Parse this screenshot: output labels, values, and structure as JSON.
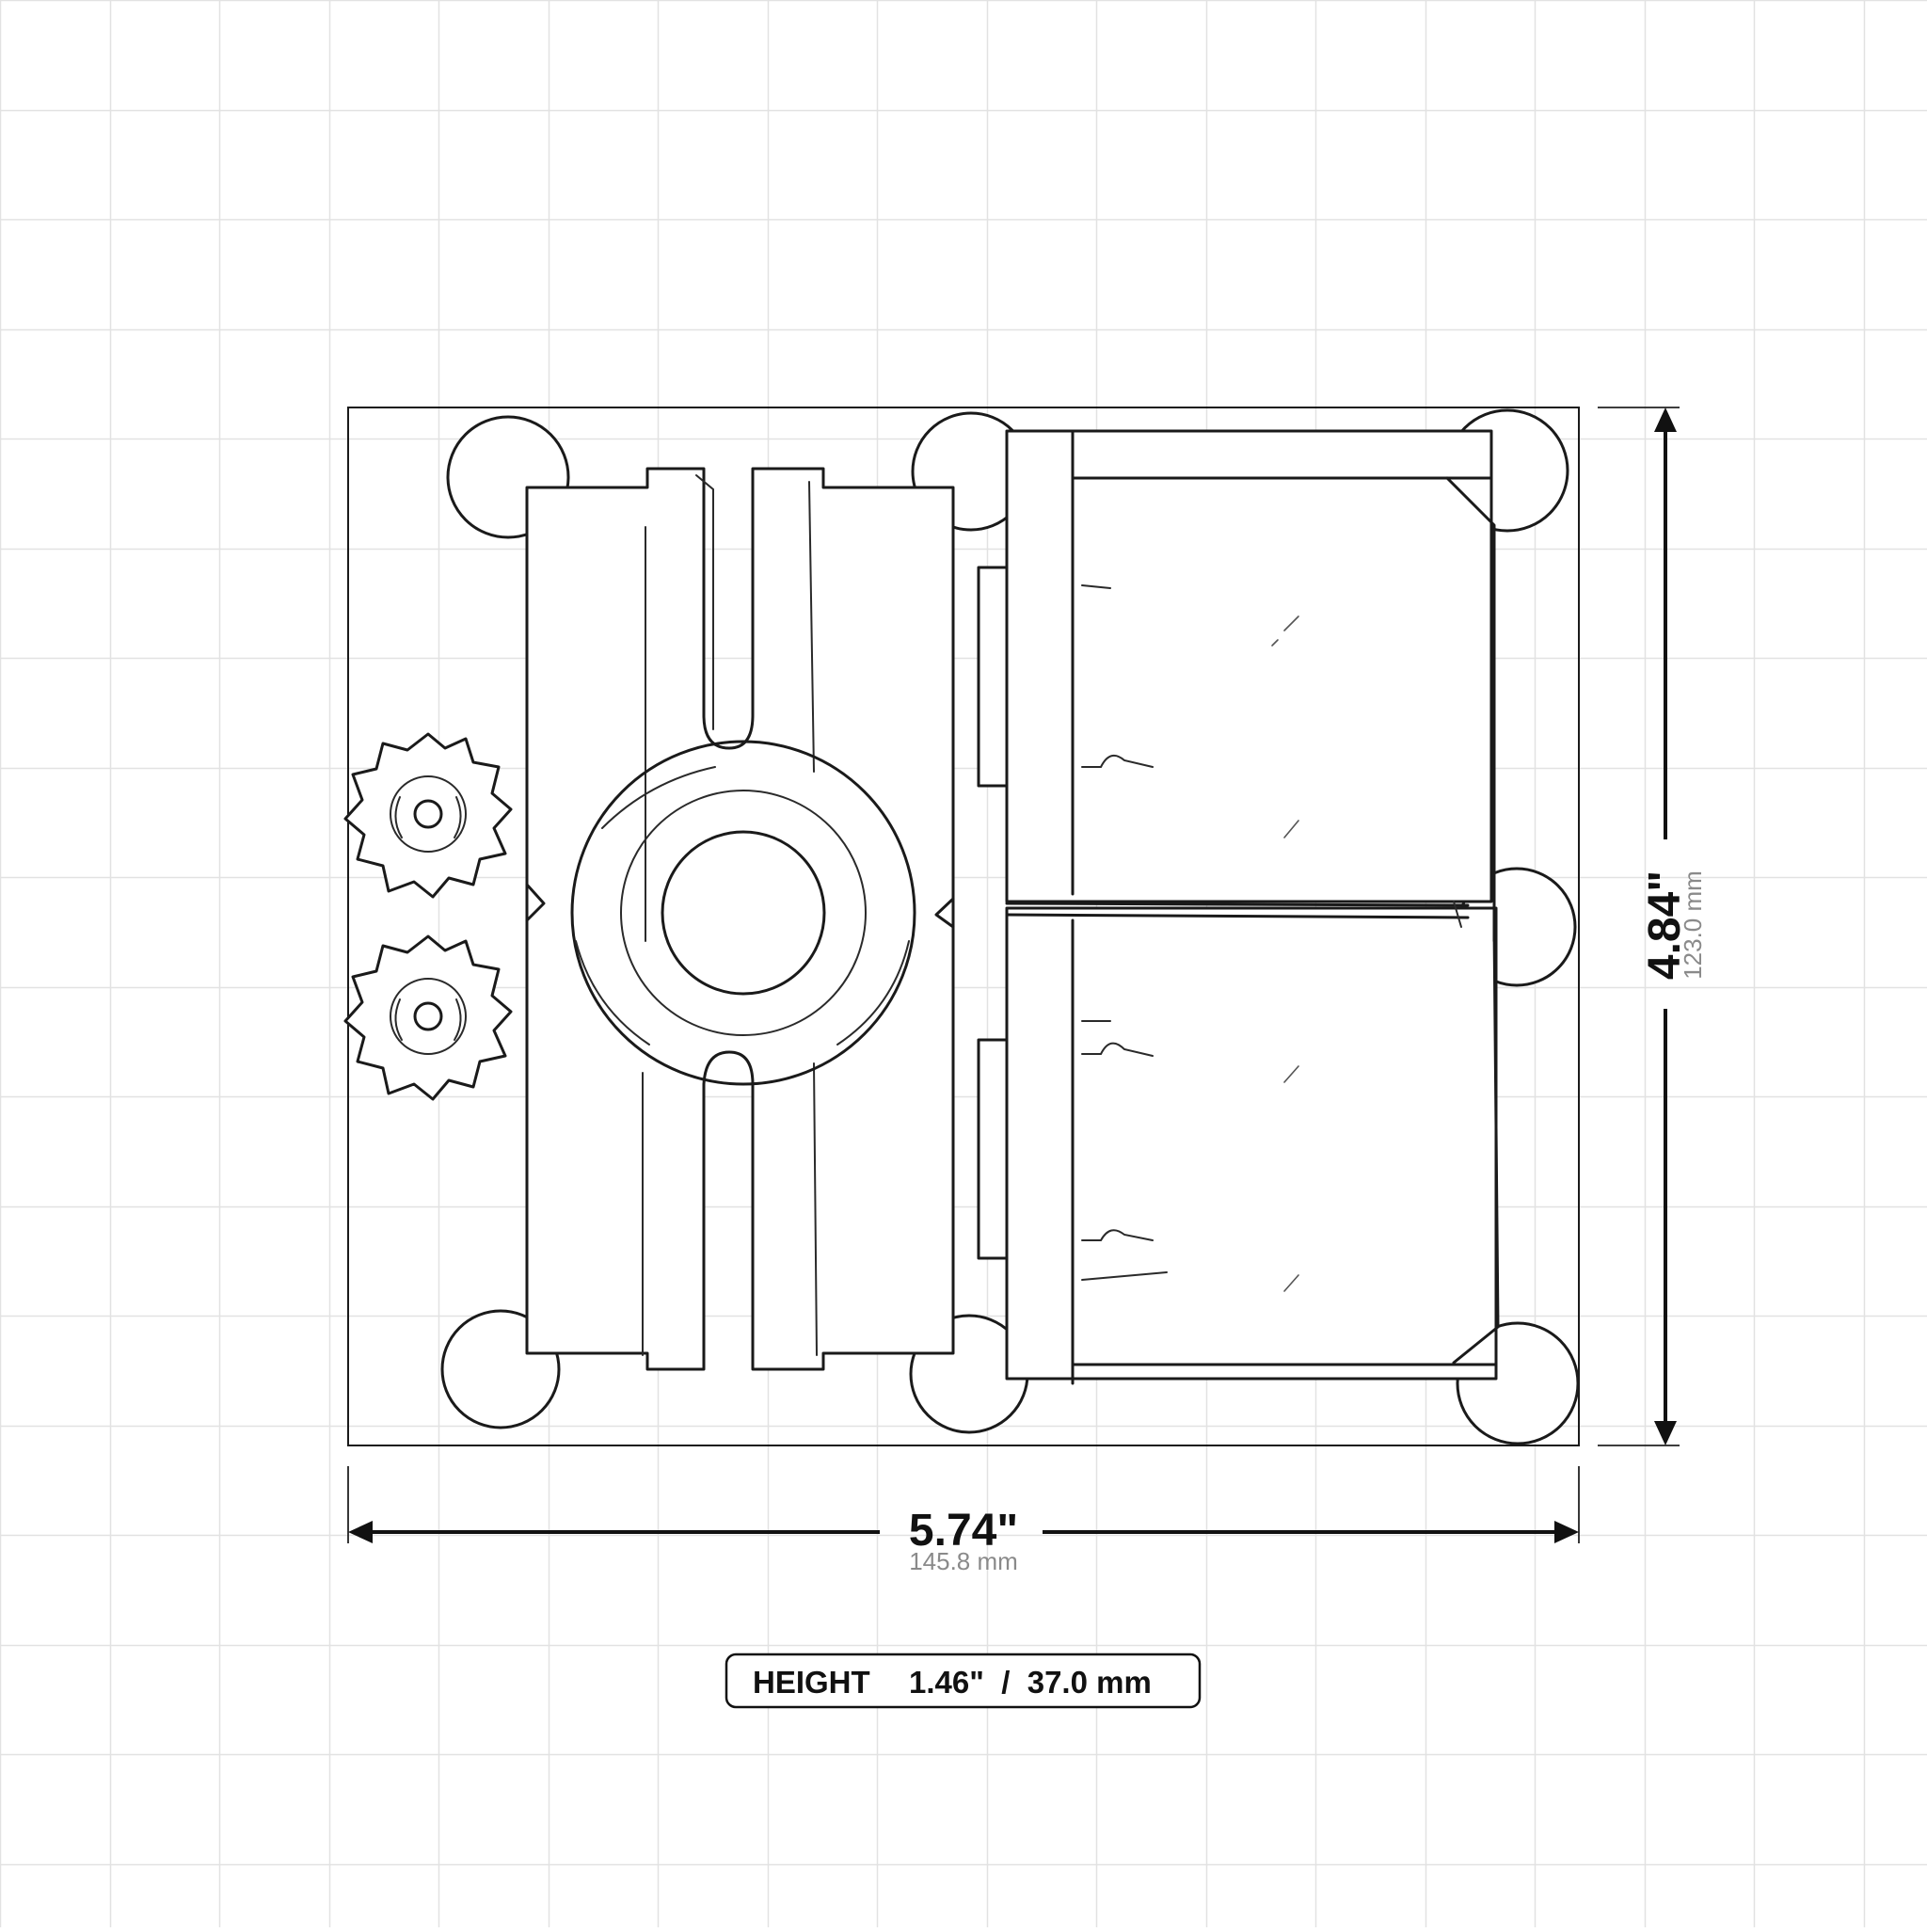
{
  "dimensions": {
    "width": {
      "primary": "5.74\"",
      "secondary": "145.8 mm"
    },
    "depth": {
      "primary": "4.84\"",
      "secondary": "123.0 mm"
    },
    "height": {
      "label": "HEIGHT",
      "value": "1.46\"  /  37.0 mm"
    }
  },
  "colors": {
    "ink": "#1a1a1a",
    "grid": "#e2e2e2",
    "secondary_text": "#8a8a8a",
    "background": "#ffffff"
  }
}
